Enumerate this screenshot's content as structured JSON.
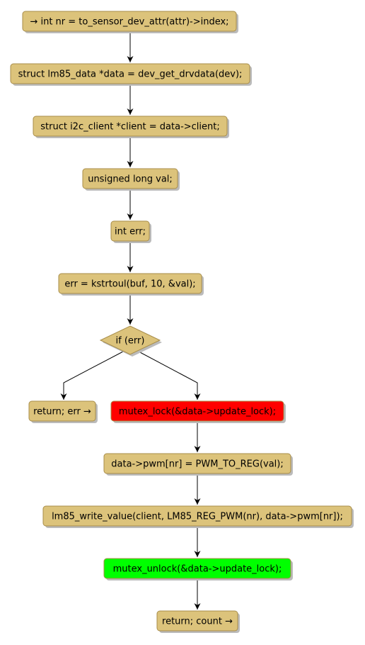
{
  "nodes": [
    {
      "id": "n1",
      "kind": "action",
      "label": "→ int nr = to_sensor_dev_attr(attr)->index;",
      "fill": "#DCC37B"
    },
    {
      "id": "n2",
      "kind": "action",
      "label": "struct lm85_data *data = dev_get_drvdata(dev);",
      "fill": "#DCC37B"
    },
    {
      "id": "n3",
      "kind": "action",
      "label": "struct i2c_client *client = data->client;",
      "fill": "#DCC37B"
    },
    {
      "id": "n4",
      "kind": "action",
      "label": "unsigned long val;",
      "fill": "#DCC37B"
    },
    {
      "id": "n5",
      "kind": "action",
      "label": "int err;",
      "fill": "#DCC37B"
    },
    {
      "id": "n6",
      "kind": "action",
      "label": "err = kstrtoul(buf, 10, &val);",
      "fill": "#DCC37B"
    },
    {
      "id": "n7",
      "kind": "decision",
      "label": "if (err)",
      "fill": "#DCC37B"
    },
    {
      "id": "n8",
      "kind": "action",
      "label": "return; err →",
      "fill": "#DCC37B"
    },
    {
      "id": "n9",
      "kind": "action",
      "label": "mutex_lock(&data->update_lock);",
      "fill": "#FF0000"
    },
    {
      "id": "n10",
      "kind": "action",
      "label": "data->pwm[nr] = PWM_TO_REG(val);",
      "fill": "#DCC37B"
    },
    {
      "id": "n11",
      "kind": "action",
      "label": "lm85_write_value(client, LM85_REG_PWM(nr), data->pwm[nr]);",
      "fill": "#DCC37B"
    },
    {
      "id": "n12",
      "kind": "action",
      "label": "mutex_unlock(&data->update_lock);",
      "fill": "#00FF00"
    },
    {
      "id": "n13",
      "kind": "action",
      "label": "return; count →",
      "fill": "#DCC37B"
    }
  ],
  "edges": [
    {
      "from": "n1",
      "to": "n2"
    },
    {
      "from": "n2",
      "to": "n3"
    },
    {
      "from": "n3",
      "to": "n4"
    },
    {
      "from": "n4",
      "to": "n5"
    },
    {
      "from": "n5",
      "to": "n6"
    },
    {
      "from": "n6",
      "to": "n7"
    },
    {
      "from": "n7",
      "to": "n8"
    },
    {
      "from": "n7",
      "to": "n9"
    },
    {
      "from": "n9",
      "to": "n10"
    },
    {
      "from": "n10",
      "to": "n11"
    },
    {
      "from": "n11",
      "to": "n12"
    },
    {
      "from": "n12",
      "to": "n13"
    }
  ],
  "colors": {
    "border": "#A88D4A",
    "shadow": "#BBBBBB",
    "line": "#000000"
  }
}
